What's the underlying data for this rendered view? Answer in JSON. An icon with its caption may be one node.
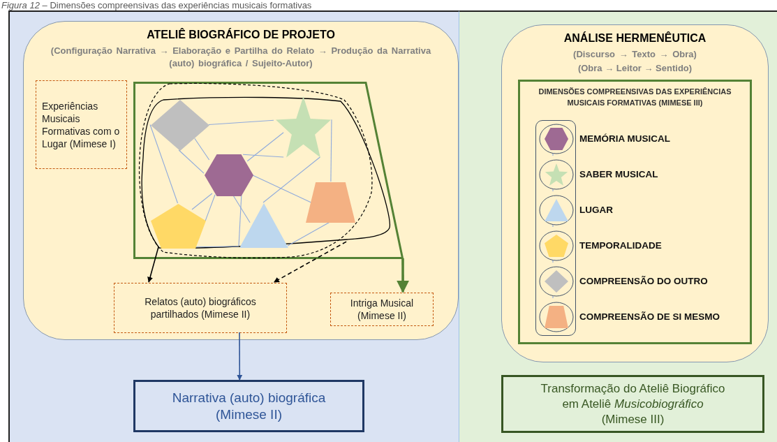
{
  "diagram": {
    "title": "*Figura 12* – Dimensões compreensivas das experiências musicais formativas",
    "nodes": [
      {
        "text": [
          "ATELIÊ BIOGRÁFICO DE PROJETO",
          "(Configuração Narrativa → Elaboração e Partilha do Relato → Produção da Narrativa (auto) biográfica / Sujeito-Autor)"
        ]
      },
      {
        "text": [
          "Experiências Musicais Formativas com o Lugar (Mimese I)"
        ],
        "in": 0
      },
      {
        "text": [],
        "shape": "box",
        "in": 0
      },
      {
        "text": [],
        "shape": "diamond",
        "in": 9
      },
      {
        "text": [],
        "shape": "star",
        "in": 9
      },
      {
        "text": [],
        "shape": "hexagon",
        "in": 9
      },
      {
        "text": [],
        "shape": "trapezoid",
        "in": 9
      },
      {
        "text": [],
        "shape": "pentagon",
        "in": 9
      },
      {
        "text": [],
        "shape": "triangle",
        "in": 9
      },
      {
        "text": [],
        "shape": "loop",
        "in": 10
      },
      {
        "text": [],
        "shape": "loop",
        "in": 2
      },
      {
        "text": [
          "Relatos (auto) biográficos partilhados (Mimese II)"
        ],
        "in": 0
      },
      {
        "text": [
          "Intriga Musical (Mimese II)"
        ],
        "in": 0
      },
      {
        "text": [
          "Narrativa (auto) biográfica (Mimese II)"
        ]
      },
      {
        "text": [
          "ANÁLISE HERMENÊUTICA",
          "(Discurso → Texto → Obra)",
          "(Obra → Leitor → Sentido)"
        ]
      },
      {
        "text": [
          "DIMENSÕES COMPREENSIVAS DAS EXPERIÊNCIAS MUSICAIS FORMATIVAS (MIMESE III)"
        ],
        "in": 14
      },
      {
        "text": [],
        "shape": "box",
        "in": 15
      },
      {
        "text": [],
        "shape": "circle",
        "in": 16,
        "beside": [
          "MEMÓRIA MUSICAL"
        ]
      },
      {
        "text": [],
        "shape": "circle",
        "in": 16,
        "beside": [
          "SABER MUSICAL"
        ]
      },
      {
        "text": [],
        "shape": "circle",
        "in": 16,
        "beside": [
          "LUGAR"
        ]
      },
      {
        "text": [],
        "shape": "circle",
        "in": 16,
        "beside": [
          "TEMPORALIDADE"
        ]
      },
      {
        "text": [],
        "shape": "circle",
        "in": 16,
        "beside": [
          "COMPREENSÃO DO OUTRO"
        ]
      },
      {
        "text": [],
        "shape": "circle",
        "in": 16,
        "beside": [
          "COMPREENSÃO DE SI MESMO"
        ]
      },
      {
        "text": [
          "Transformação do Ateliê Biográfico em Ateliê *Musicobiográfico* (Mimese III)"
        ]
      }
    ],
    "edges": [
      {
        "from": 3,
        "to": 4,
        "arrow": "none"
      },
      {
        "from": 3,
        "to": 7,
        "arrow": "none"
      },
      {
        "from": 3,
        "to": 5,
        "arrow": "none"
      },
      {
        "from": 3,
        "to": 5,
        "arrow": "none"
      },
      {
        "from": 5,
        "to": 4,
        "arrow": "none"
      },
      {
        "from": 5,
        "to": 4,
        "arrow": "none"
      },
      {
        "from": 5,
        "to": 6,
        "arrow": "none"
      },
      {
        "from": 5,
        "to": 7,
        "arrow": "none"
      },
      {
        "from": 5,
        "to": 7,
        "arrow": "none"
      },
      {
        "from": 5,
        "to": 8,
        "arrow": "none"
      },
      {
        "from": 5,
        "to": 8,
        "arrow": "none"
      },
      {
        "from": 4,
        "to": 8,
        "arrow": "none"
      },
      {
        "from": 4,
        "to": 6,
        "arrow": "none"
      },
      {
        "from": 7,
        "to": 8,
        "arrow": "none"
      },
      {
        "from": 8,
        "to": 6,
        "arrow": "none"
      },
      {
        "from": 9,
        "to": 11,
        "arrow": "to",
        "color": "#000000"
      },
      {
        "from": 10,
        "to": 11,
        "arrow": "to",
        "style": "dashed",
        "color": "#000000"
      },
      {
        "from": 2,
        "to": 12,
        "arrow": "to",
        "style": "thick",
        "color": "#548235"
      },
      {
        "from": 11,
        "to": 13,
        "arrow": "to",
        "color": "#2f5597"
      },
      {
        "from": 17,
        "to": 18,
        "arrow": "none"
      },
      {
        "from": 18,
        "to": 19,
        "arrow": "none"
      },
      {
        "from": 19,
        "to": 20,
        "arrow": "none"
      },
      {
        "from": 20,
        "to": 21,
        "arrow": "none"
      },
      {
        "from": 21,
        "to": 22,
        "arrow": "none"
      }
    ]
  }
}
